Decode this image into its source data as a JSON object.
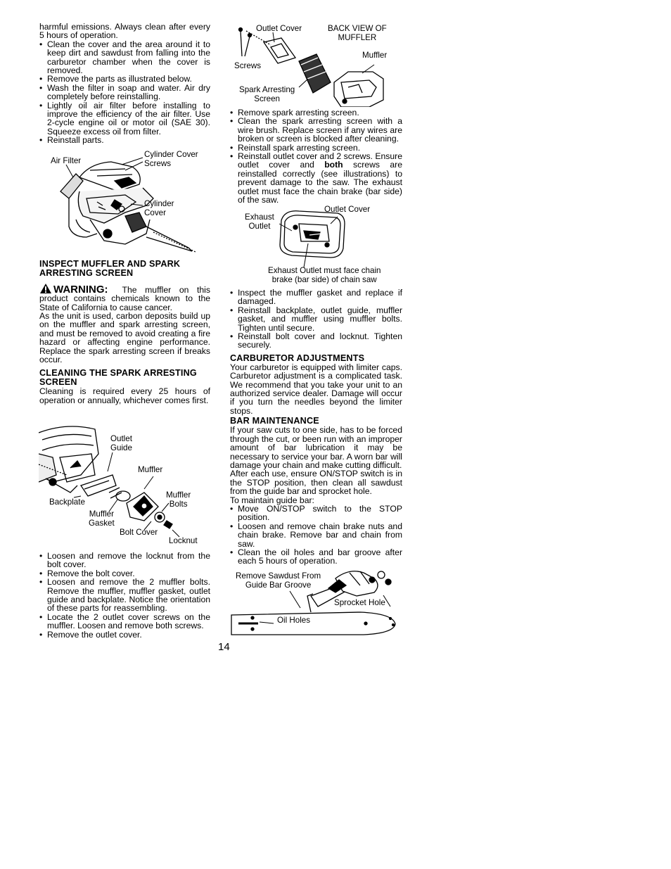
{
  "page_number": "14",
  "left": {
    "intro": "harmful emissions. Always clean after every 5 hours of operation.",
    "air_filter_steps": [
      "Clean the cover and the area around it to keep dirt and sawdust from falling into the carburetor chamber when the cover is removed.",
      "Remove the parts as illustrated below.",
      "Wash the filter in soap and water.  Air dry completely before reinstalling.",
      "Lightly oil air filter before installing to improve the efficiency of the air filter.  Use 2-cycle engine oil or motor oil (SAE 30). Squeeze excess oil from filter.",
      "Reinstall parts."
    ],
    "fig_air_filter": {
      "air_filter": "Air Filter",
      "cylinder_cover_screws": "Cylinder Cover\nScrews",
      "cylinder_cover": "Cylinder\nCover"
    },
    "inspect_heading": "INSPECT MUFFLER AND SPARK ARRESTING SCREEN",
    "warning_label": "WARNING:",
    "warning_text": "The muffler on this product contains chemicals known to the State of California to cause cancer.",
    "carbon_text": "As the unit is used, carbon deposits build up on the muffler and spark arresting screen, and must be removed to avoid creating a fire hazard or affecting engine performance. Replace the spark arresting screen if breaks occur.",
    "cleaning_heading": "CLEANING THE SPARK ARRESTING SCREEN",
    "cleaning_text": "Cleaning is required every 25 hours of operation or annually, whichever comes first.",
    "fig_muffler": {
      "outlet_guide": "Outlet\nGuide",
      "muffler": "Muffler",
      "backplate": "Backplate",
      "muffler_bolts": "Muffler\nBolts",
      "muffler_gasket": "Muffler\nGasket",
      "bolt_cover": "Bolt Cover",
      "locknut": "Locknut"
    },
    "removal_steps": [
      "Loosen and remove the locknut from the bolt cover.",
      "Remove the bolt cover.",
      "Loosen and remove the 2 muffler bolts. Remove the muffler, muffler gasket, outlet guide and backplate.  Notice the orientation of these parts for reassembling.",
      "Locate the 2 outlet cover screws on the muffler.  Loosen and remove both screws.",
      "Remove the outlet cover."
    ]
  },
  "right": {
    "fig_back_muffler": {
      "outlet_cover": "Outlet Cover",
      "back_view": "BACK VIEW OF\nMUFFLER",
      "muffler": "Muffler",
      "screws": "Screws",
      "spark_screen": "Spark Arresting\nScreen"
    },
    "screen_steps": [
      "Remove spark arresting screen.",
      "Clean the spark arresting screen with a wire brush. Replace screen if any wires are broken or screen is blocked after cleaning.",
      "Reinstall spark arresting screen."
    ],
    "reinstall_pre": "Reinstall outlet cover and 2 screws.  Ensure outlet cover and ",
    "reinstall_bold": "both",
    "reinstall_post": " screws are reinstalled correctly (see illustrations) to prevent damage to the saw.   The exhaust outlet must face the chain brake (bar side) of the saw.",
    "fig_outlet": {
      "exhaust_outlet": "Exhaust\nOutlet",
      "outlet_cover": "Outlet Cover",
      "caption": "Exhaust Outlet must face chain\nbrake (bar side) of chain saw"
    },
    "gasket_steps": [
      "Inspect the muffler gasket and replace if damaged.",
      "Reinstall backplate, outlet guide, muffler gasket, and muffler using muffler bolts. Tighten until secure.",
      "Reinstall bolt cover and locknut.  Tighten securely."
    ],
    "carb_heading": "CARBURETOR ADJUSTMENTS",
    "carb_text": "Your carburetor is equipped with limiter caps.  Carburetor adjustment is a complicated task.  We recommend that you take your unit to an authorized service dealer. Damage will occur if you turn the needles beyond the limiter stops.",
    "bar_heading": "BAR MAINTENANCE",
    "bar_text1": "If your saw cuts to one side, has to be forced through the cut, or been run with an improper amount of bar lubrication it may be necessary to service your bar.  A worn bar will damage your chain and make cutting difficult.",
    "bar_text2": "After each use, ensure ON/STOP switch is in the STOP position, then clean all sawdust from the guide bar and sprocket hole.",
    "bar_text3": "To maintain guide bar:",
    "bar_steps": [
      "Move ON/STOP switch to the STOP position.",
      "Loosen and remove chain brake nuts and chain brake.  Remove bar and chain from saw.",
      "Clean the oil holes and bar groove after each 5 hours of operation."
    ],
    "fig_bar": {
      "remove_sawdust": "Remove Sawdust From\nGuide Bar Groove",
      "sprocket_hole": "Sprocket Hole",
      "oil_holes": "Oil Holes"
    }
  }
}
